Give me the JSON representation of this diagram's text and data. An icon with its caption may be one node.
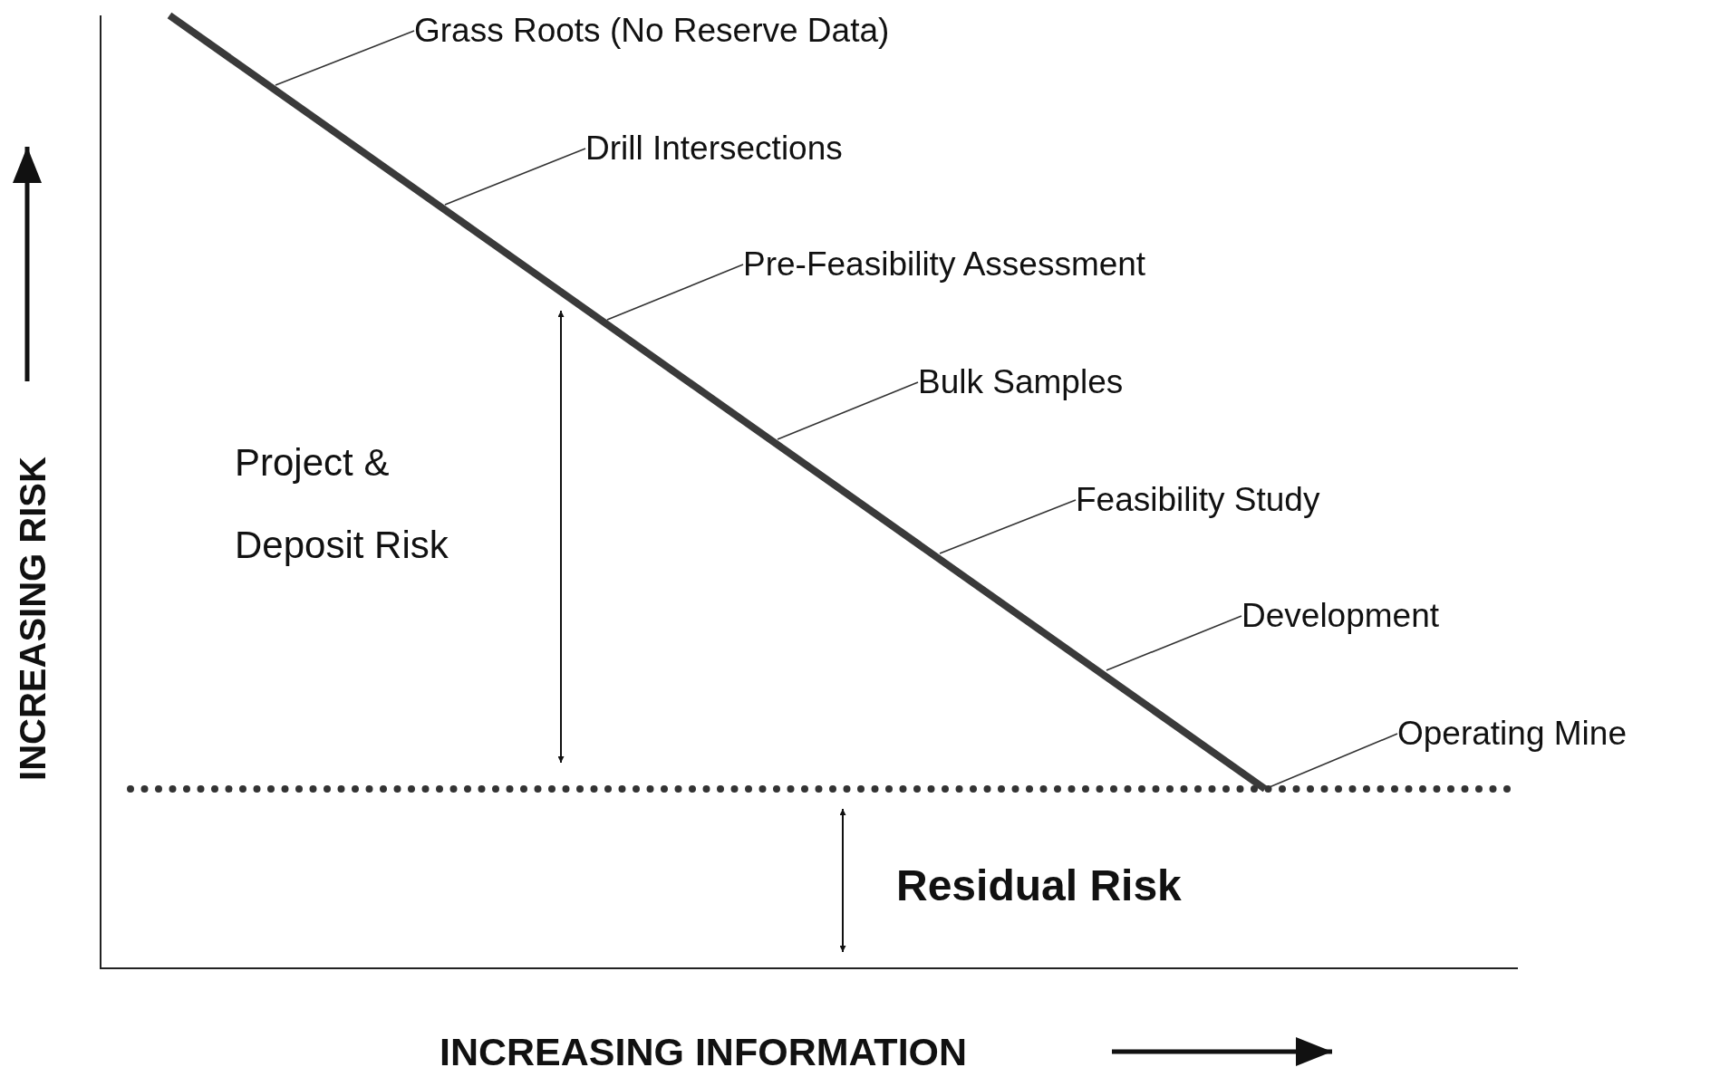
{
  "diagram": {
    "nodes": [
      {
        "text": [
          "Grass Roots (No Reserve Data)"
        ]
      },
      {
        "text": [
          "Drill Intersections"
        ]
      },
      {
        "text": [
          "Pre-Feasibility Assessment"
        ]
      },
      {
        "text": [
          "Bulk Samples"
        ]
      },
      {
        "text": [
          "Feasibility Study"
        ]
      },
      {
        "text": [
          "Development"
        ]
      },
      {
        "text": [
          "Operating Mine"
        ]
      }
    ],
    "edges": [
      {
        "from": 0,
        "to": null,
        "arrow": "none"
      },
      {
        "from": 1,
        "to": null,
        "arrow": "none"
      },
      {
        "from": 2,
        "to": null,
        "arrow": "none"
      },
      {
        "from": 3,
        "to": null,
        "arrow": "none"
      },
      {
        "from": 4,
        "to": null,
        "arrow": "none"
      },
      {
        "from": 5,
        "to": null,
        "arrow": "none"
      },
      {
        "from": 6,
        "to": null,
        "arrow": "none"
      }
    ],
    "labels": [
      "Project & Deposit Risk",
      "Residual Risk",
      "INCREASING RISK",
      "INCREASING INFORMATION"
    ]
  }
}
